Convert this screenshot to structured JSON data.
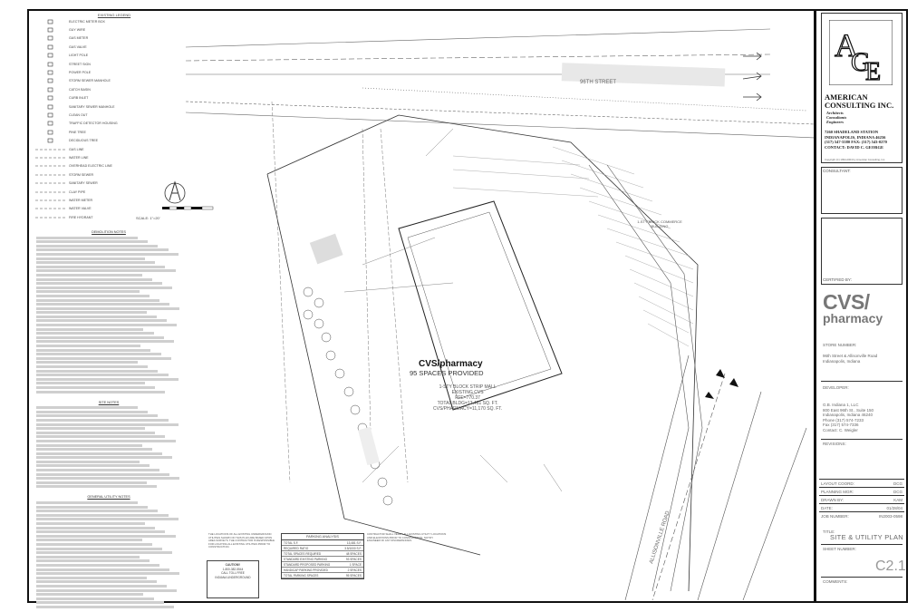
{
  "legend": {
    "heading": "EXISTING LEGEND",
    "items": [
      {
        "label": "ELECTRIC METER BOX"
      },
      {
        "label": "GUY WIRE"
      },
      {
        "label": "GAS METER"
      },
      {
        "label": "GAS VALVE"
      },
      {
        "label": "LIGHT POLE"
      },
      {
        "label": "STREET SIGN"
      },
      {
        "label": "POWER POLE"
      },
      {
        "label": "STORM SEWER MANHOLE"
      },
      {
        "label": "CATCH BASIN"
      },
      {
        "label": "CURB INLET"
      },
      {
        "label": "SANITARY SEWER MANHOLE"
      },
      {
        "label": "CLEAN OUT"
      },
      {
        "label": "TRAFFIC DETECTOR HOUSING"
      },
      {
        "label": "PINE TREE"
      },
      {
        "label": "DECIDUOUS TREE"
      },
      {
        "label": "GAS LINE"
      },
      {
        "label": "WATER LINE"
      },
      {
        "label": "OVERHEAD ELECTRIC LINE"
      },
      {
        "label": "STORM SEWER"
      },
      {
        "label": "SANITARY SEWER"
      },
      {
        "label": "CLAY PIPE"
      },
      {
        "label": "WATER METER"
      },
      {
        "label": "WATER VALVE"
      },
      {
        "label": "FIRE HYDRANT"
      }
    ]
  },
  "notes": {
    "demolition_heading": "DEMOLITION NOTES",
    "site_heading": "SITE NOTES",
    "utility_heading": "GENERAL UTILITY NOTES"
  },
  "plan": {
    "street_name": "96TH STREET",
    "road_name": "ALLISONVILLE ROAD",
    "store_brand": "CVS/pharmacy",
    "spaces": "95 SPACES PROVIDED",
    "building_desc": "1-STY BLOCK STRIP MALL",
    "building_exist": "EXISTING CVS",
    "building_ffe": "FFE=770.37",
    "building_area1": "TOTAL BLDG=13,481 SQ. FT.",
    "building_area2": "CVS/PHARMACY=11,170 SQ. FT.",
    "commerce_bldg": "1-STY BRICK COMMERCE BUILDING",
    "scale_label": "SCALE: 1\"=20'"
  },
  "parking": {
    "title": "PARKING ANALYSIS",
    "rows": [
      {
        "k": "TOTAL S.F.",
        "v": "13,481 S.F."
      },
      {
        "k": "REQUIRED RATIO",
        "v": "3.5/1000 S.F."
      },
      {
        "k": "TOTAL SPACES REQUIRED",
        "v": "48 SPACES"
      },
      {
        "k": "STANDARD EXISTING PARKING",
        "v": "93 SPACES"
      },
      {
        "k": "STANDARD PROPOSED PARKING",
        "v": "1 SPACE"
      },
      {
        "k": "HANDICAP PARKING PROVIDED",
        "v": "2 SPACES"
      },
      {
        "k": "TOTAL PARKING SPACES",
        "v": "95 SPACES"
      }
    ]
  },
  "caution": {
    "title": "CAUTION!!",
    "line1": "1-800-382-5544",
    "line2": "CALL TOLL FREE",
    "line3": "INDIANA UNDERGROUND"
  },
  "titleblock": {
    "firm_line1": "AMERICAN",
    "firm_line2": "CONSULTING INC.",
    "firm_roles": "Architects\nConsultants\nEngineers",
    "address1": "7260 SHADELAND STATION",
    "address2": "INDIANAPOLIS, INDIANA 46256",
    "phone": "(317) 547-5580   FAX: (317) 543-0270",
    "contact": "CONTACT: DAVID C. GEORGE",
    "copyright": "Copyright (C) 1994-2004 by American Consulting, Inc.",
    "consultant_label": "CONSULTANT:",
    "certified_label": "CERTIFIED BY:",
    "cvs_top": "CVS/",
    "cvs_bottom": "pharmacy",
    "store_number_label": "STORE NUMBER:",
    "store_address1": "96th Street & Allisonville Road",
    "store_address2": "Indianapolis, Indiana",
    "developer_label": "DEVELOPER:",
    "developer_lines": [
      "G.B. Indiana 1, LLC",
      "800 East 96th St., Suite 150",
      "Indianapolis, Indiana 46240",
      "Phone (317) 574-7233",
      "Fax (317) 574-7336",
      "Contact: C. Weigler"
    ],
    "revisions_label": "REVISIONS:",
    "fields": [
      {
        "k": "LAYOUT COORD:",
        "v": "DCG"
      },
      {
        "k": "PLANNING MGR:",
        "v": "DCG"
      },
      {
        "k": "DRAWN BY:",
        "v": "KAM"
      },
      {
        "k": "DATE:",
        "v": "01/28/04"
      },
      {
        "k": "JOB NUMBER:",
        "v": "IN2003-0598"
      }
    ],
    "title_label": "TITLE:",
    "title_value": "SITE & UTILITY PLAN",
    "sheet_label": "SHEET NUMBER:",
    "sheet_value": "C2.1",
    "comments_label": "COMMENTS:"
  }
}
